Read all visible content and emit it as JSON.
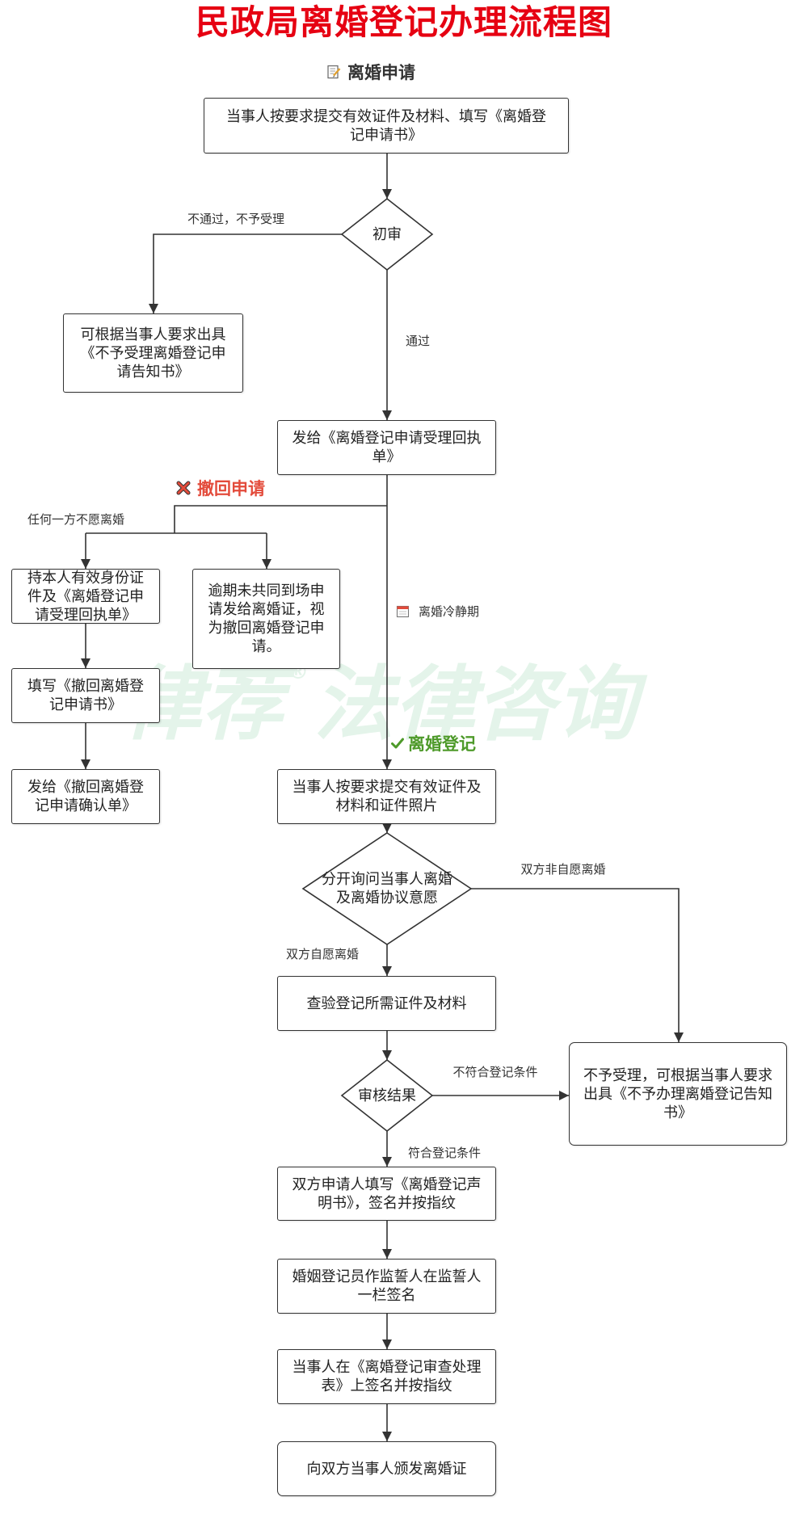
{
  "title": "民政局离婚登记办理流程图",
  "sections": {
    "apply": {
      "icon": "memo-icon",
      "label": "离婚申请"
    },
    "withdraw": {
      "icon": "cross-mark-icon",
      "label": "撤回申请"
    },
    "register": {
      "icon": "check-mark-icon",
      "label": "离婚登记"
    }
  },
  "cooling_period": {
    "icon": "calendar-icon",
    "label": "离婚冷静期"
  },
  "nodes": {
    "submit_application": {
      "lines": [
        "当事人按要求提交有效证件及材料、填写《离婚登",
        "记申请书》"
      ]
    },
    "initial_review": {
      "lines": [
        "初审"
      ]
    },
    "reject_notice": {
      "lines": [
        "可根据当事人要求出具",
        "《不予受理离婚登记申",
        "请告知书》"
      ]
    },
    "receipt": {
      "lines": [
        "发给《离婚登记申请受理回执",
        "单》"
      ]
    },
    "withdraw_id": {
      "lines": [
        "持本人有效身份证",
        "件及《离婚登记申",
        "请受理回执单》"
      ]
    },
    "overdue": {
      "lines": [
        "逾期未共同到场申",
        "请发给离婚证，视",
        "为撤回离婚登记申",
        "请。"
      ]
    },
    "withdraw_form": {
      "lines": [
        "填写《撤回离婚登",
        "记申请书》"
      ]
    },
    "withdraw_confirm": {
      "lines": [
        "发给《撤回离婚登",
        "记申请确认单》"
      ]
    },
    "submit_photos": {
      "lines": [
        "当事人按要求提交有效证件及",
        "材料和证件照片"
      ]
    },
    "interview": {
      "lines": [
        "分开询问当事人离婚",
        "及离婚协议意愿"
      ]
    },
    "verify_docs": {
      "lines": [
        "查验登记所需证件及材料"
      ]
    },
    "review_result": {
      "lines": [
        "审核结果"
      ]
    },
    "refuse_notice": {
      "lines": [
        "不予受理，可根据当事人要求",
        "出具《不予办理离婚登记告知",
        "书》"
      ]
    },
    "declaration": {
      "lines": [
        "双方申请人填写《离婚登记声",
        "明书》，签名并按指纹"
      ]
    },
    "supervisor_sign": {
      "lines": [
        "婚姻登记员作监誓人在监誓人",
        "一栏签名"
      ]
    },
    "review_form": {
      "lines": [
        "当事人在《离婚登记审查处理",
        "表》上签名并按指纹"
      ]
    },
    "issue_cert": {
      "lines": [
        "向双方当事人颁发离婚证"
      ]
    }
  },
  "edge_labels": {
    "not_passed": "不通过，不予受理",
    "passed": "通过",
    "either_unwilling": "任何一方不愿离婚",
    "both_unwilling": "双方非自愿离婚",
    "both_willing": "双方自愿离婚",
    "not_qualified": "不符合登记条件",
    "qualified": "符合登记条件"
  },
  "watermark": {
    "text_a": "律荐",
    "mark": "®",
    "text_b": "法律咨询"
  },
  "colors": {
    "title": "#e60012",
    "withdraw": "#e34b3b",
    "register": "#4e9a2a",
    "line": "#333333",
    "watermark": "#e4f4ea"
  }
}
